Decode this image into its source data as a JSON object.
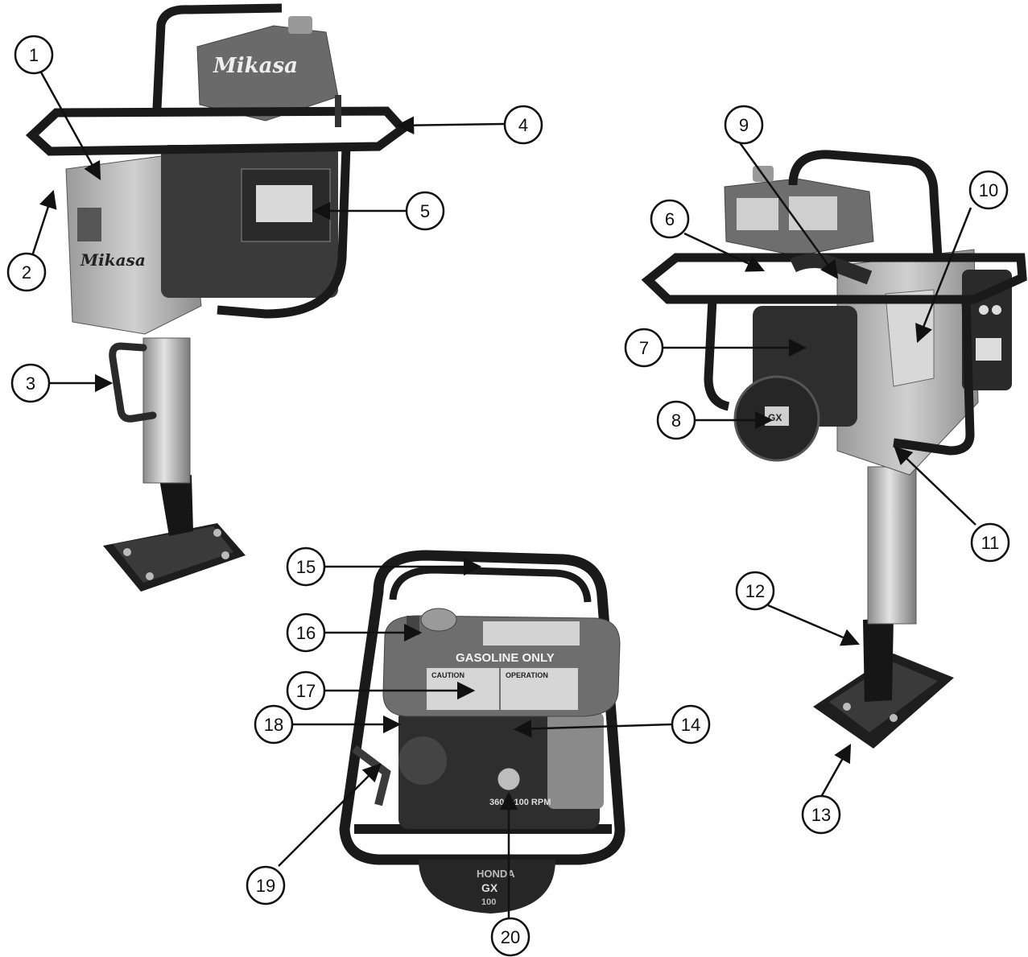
{
  "diagram": {
    "brand": "Mikasa",
    "engine_brand": "HONDA",
    "engine_model": "GX",
    "engine_model_number": "100",
    "tank_label": "GASOLINE ONLY",
    "caution_title": "CAUTION",
    "operation_title": "OPERATION",
    "speed_label": "3600±100 RPM",
    "callouts": [
      "1",
      "2",
      "3",
      "4",
      "5",
      "6",
      "7",
      "8",
      "9",
      "10",
      "11",
      "12",
      "13",
      "14",
      "15",
      "16",
      "17",
      "18",
      "19",
      "20"
    ]
  },
  "colors": {
    "metal_dark": "#2a2a2a",
    "metal_mid": "#6e6e6e",
    "metal_light": "#bdbdbd",
    "line": "#111111"
  }
}
